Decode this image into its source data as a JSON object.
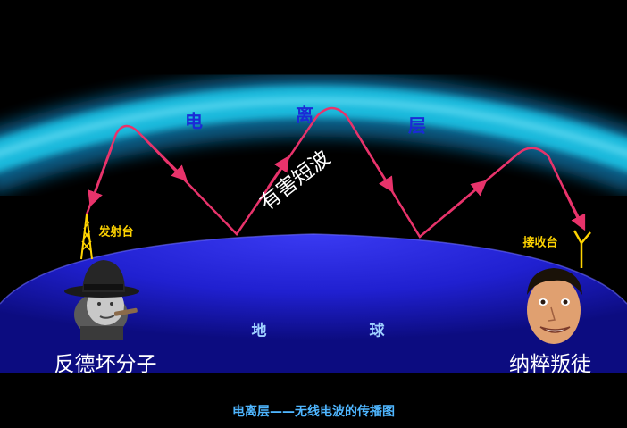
{
  "ionosphere_chars": [
    "电",
    "离",
    "层"
  ],
  "earth_chars": [
    "地",
    "球"
  ],
  "wave_label": "有害短波",
  "transmitter": {
    "label": "发射台",
    "person_label": "反德坏分子"
  },
  "receiver": {
    "label": "接收台",
    "person_label": "纳粹叛徒"
  },
  "caption": "电离层——无线电波的传播图",
  "colors": {
    "background": "#000000",
    "ionosphere_glow": "#1fc4e6",
    "earth": "#1f1fd8",
    "wave": "#e8336b",
    "station_label": "#ffd400",
    "caption": "#4fb6ff"
  },
  "icons": [
    "transmitter-tower-icon",
    "receiver-antenna-icon",
    "man-with-hat-portrait",
    "man-portrait"
  ]
}
